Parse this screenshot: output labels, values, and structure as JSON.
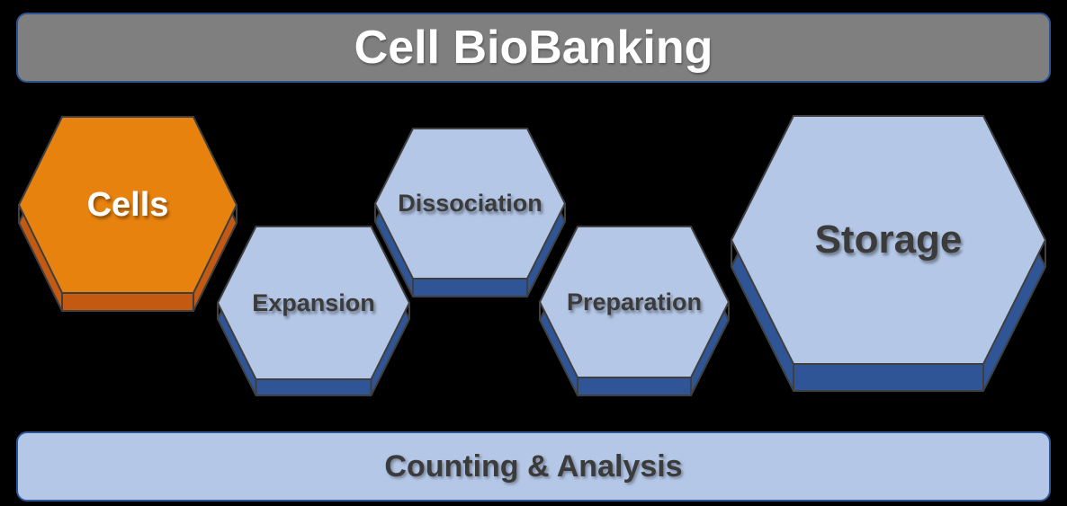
{
  "header": {
    "title": "Cell BioBanking"
  },
  "footer": {
    "label": "Counting & Analysis"
  },
  "hexagons": [
    {
      "id": "cells",
      "label": "Cells",
      "fill": "#E8820E",
      "side": "#C45A11",
      "text_color": "#FFFFFF"
    },
    {
      "id": "expansion",
      "label": "Expansion",
      "fill": "#B4C7E7",
      "side": "#2F5597",
      "text_color": "#3B3B3B"
    },
    {
      "id": "dissociation",
      "label": "Dissociation",
      "fill": "#B4C7E7",
      "side": "#2F5597",
      "text_color": "#3B3B3B"
    },
    {
      "id": "preparation",
      "label": "Preparation",
      "fill": "#B4C7E7",
      "side": "#2F5597",
      "text_color": "#3B3B3B"
    },
    {
      "id": "storage",
      "label": "Storage",
      "fill": "#B4C7E7",
      "side": "#2F5597",
      "text_color": "#3B3B3B"
    }
  ],
  "colors": {
    "background": "#000000",
    "outline": "#3F3F3F",
    "header_fill": "#7F7F7F",
    "header_border": "#2E5395",
    "header_text": "#FFFFFF",
    "footer_fill": "#B4C7E7",
    "footer_border": "#2F5597",
    "footer_text": "#3B3B3B"
  }
}
